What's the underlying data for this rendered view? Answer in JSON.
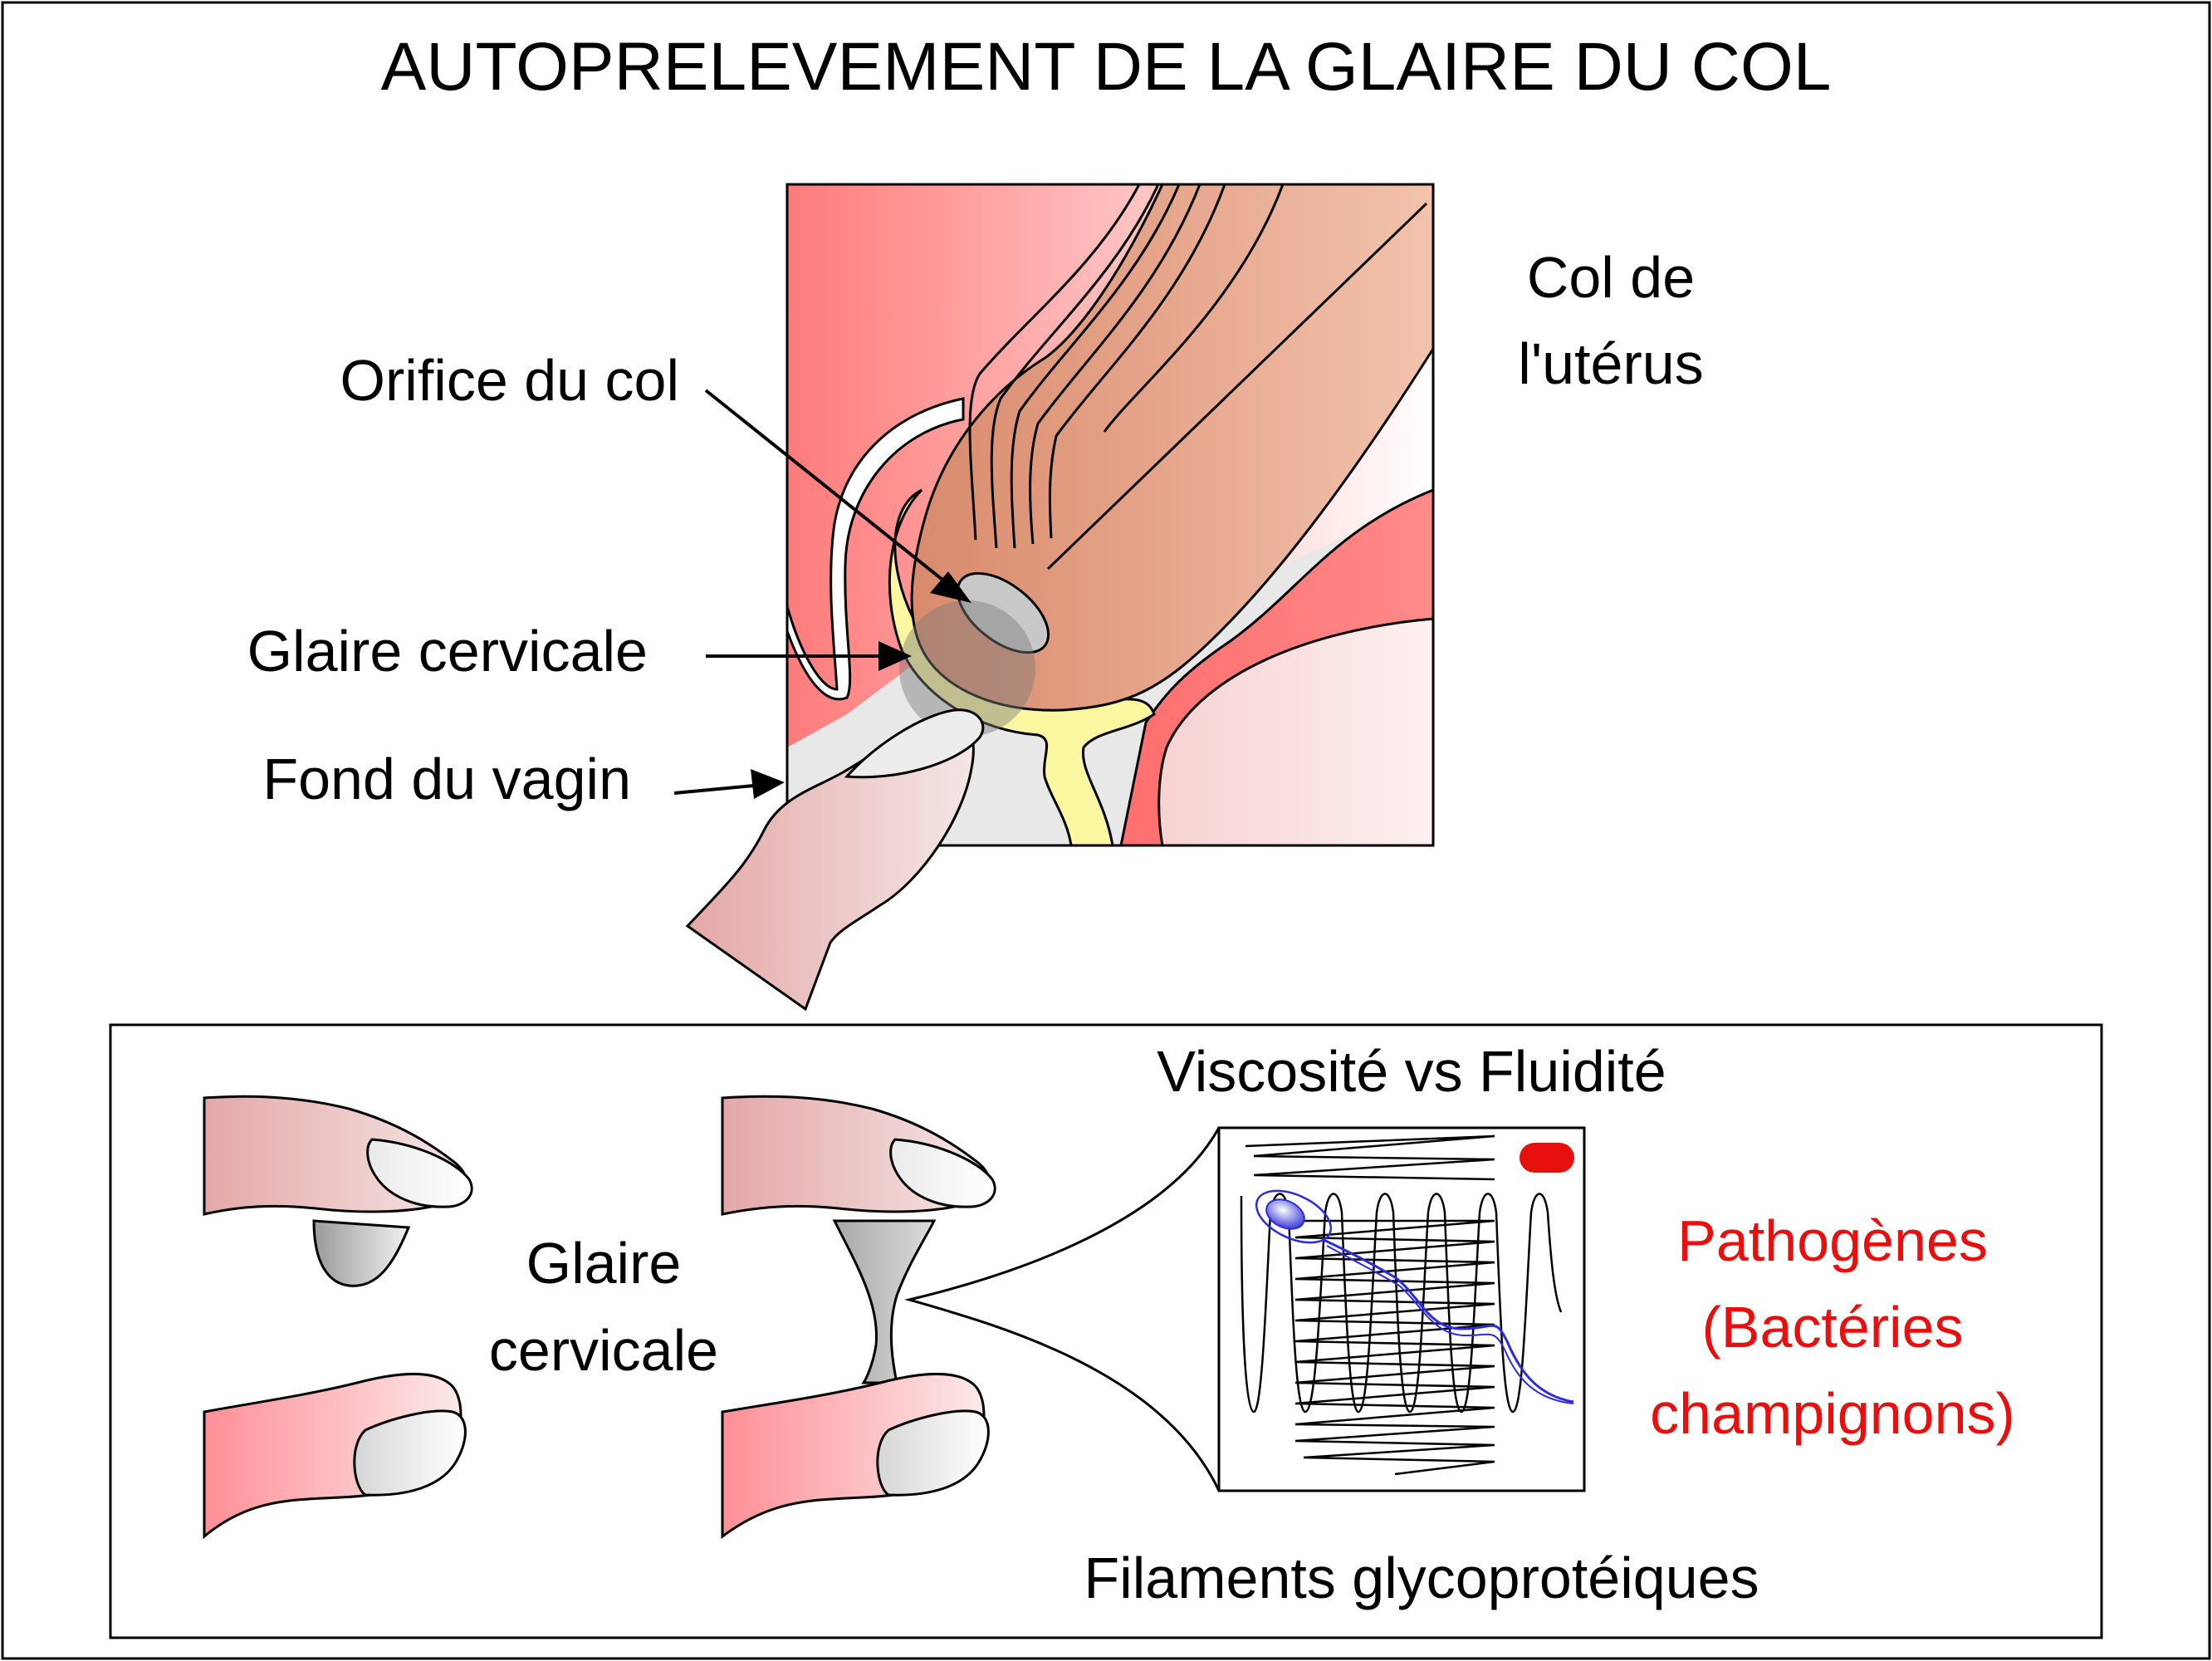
{
  "title": "AUTOPRELEVEMENT DE LA GLAIRE DU COL",
  "labels": {
    "col_line1": "Col de",
    "col_line2": "l'utérus",
    "orifice": "Orifice du col",
    "glaire_cervicale": "Glaire cervicale",
    "fond_vagin": "Fond du vagin",
    "glaire_line1": "Glaire",
    "glaire_line2": "cervicale",
    "viscosite": "Viscosité vs Fluidité",
    "pathogenes_line1": "Pathogènes",
    "pathogenes_line2": "(Bactéries",
    "pathogenes_line3": "champignons)",
    "filaments": "Filaments glycoprotéiques"
  },
  "colors": {
    "pathogen_red": "#e8100f",
    "mucus_yellow": "#fbf7a0",
    "tissue_pink": "#ff7f7f",
    "sperm_blue": "#2d2dd8"
  }
}
